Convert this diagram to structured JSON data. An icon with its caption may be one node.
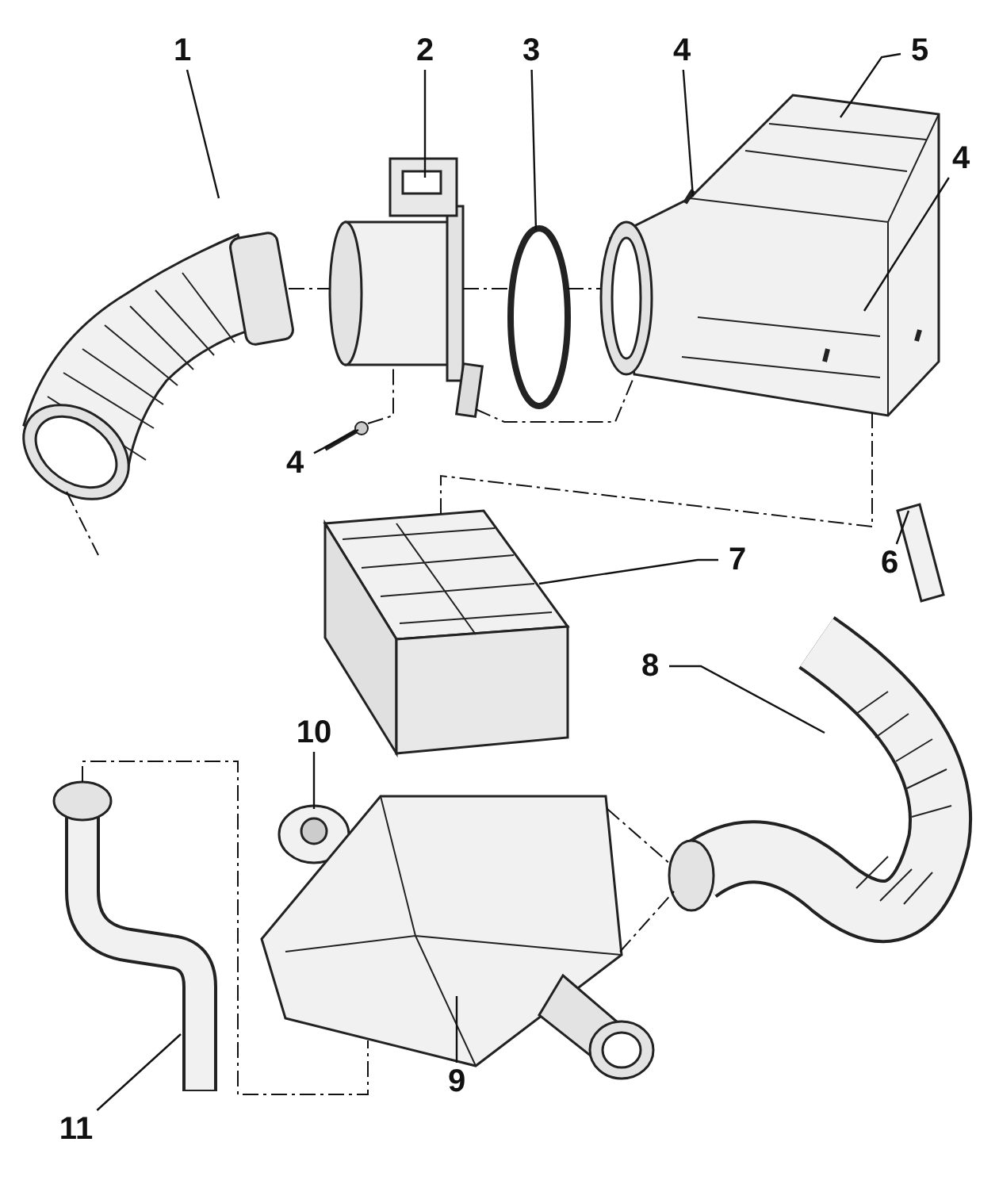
{
  "diagram": {
    "nodes": [
      {
        "text": [
          "1"
        ]
      },
      {
        "text": [
          "2"
        ]
      },
      {
        "text": [
          "3"
        ]
      },
      {
        "text": [
          "4"
        ]
      },
      {
        "text": [
          "5"
        ]
      },
      {
        "text": [
          "4"
        ]
      },
      {
        "text": [
          "4"
        ]
      },
      {
        "text": [
          "7"
        ]
      },
      {
        "text": [
          "6"
        ]
      },
      {
        "text": [
          "8"
        ]
      },
      {
        "text": [
          "10"
        ]
      },
      {
        "text": [
          "11"
        ]
      },
      {
        "text": [
          "9"
        ]
      },
      {
        "text": [],
        "shape": "picture"
      },
      {
        "text": [],
        "shape": "picture"
      },
      {
        "text": [],
        "shape": "circle"
      },
      {
        "text": [],
        "shape": "picture"
      },
      {
        "text": [],
        "shape": "picture"
      },
      {
        "text": [],
        "shape": "picture"
      },
      {
        "text": [],
        "shape": "picture"
      },
      {
        "text": [],
        "shape": "picture"
      },
      {
        "text": [],
        "shape": "picture"
      },
      {
        "text": [],
        "shape": "picture"
      },
      {
        "text": [],
        "shape": "picture"
      }
    ],
    "edges": [
      {
        "from": 0,
        "to": 13,
        "arrow": "none"
      },
      {
        "from": 1,
        "to": 14,
        "arrow": "none"
      },
      {
        "from": 2,
        "to": 15,
        "arrow": "none"
      },
      {
        "from": 3,
        "to": 16,
        "arrow": "none"
      },
      {
        "from": 4,
        "to": 16,
        "arrow": "none"
      },
      {
        "from": 5,
        "to": 16,
        "arrow": "none"
      },
      {
        "from": 6,
        "to": 17,
        "arrow": "none"
      },
      {
        "from": 7,
        "to": 19,
        "arrow": "none"
      },
      {
        "from": 8,
        "to": 18,
        "arrow": "none"
      },
      {
        "from": 9,
        "to": 23,
        "arrow": "none"
      },
      {
        "from": 10,
        "to": 20,
        "arrow": "none"
      },
      {
        "from": 11,
        "to": 22,
        "arrow": "none"
      },
      {
        "from": 12,
        "to": 21,
        "arrow": "none"
      },
      {
        "from": 13,
        "to": 14,
        "arrow": "none",
        "style": "dashed"
      },
      {
        "from": 14,
        "to": 15,
        "arrow": "none",
        "style": "dashed"
      },
      {
        "from": 15,
        "to": 16,
        "arrow": "none",
        "style": "dashed"
      },
      {
        "from": 14,
        "to": 16,
        "arrow": "none",
        "style": "dashed"
      },
      {
        "from": 17,
        "to": 14,
        "arrow": "none",
        "style": "dashed"
      },
      {
        "from": 16,
        "to": 19,
        "arrow": "none",
        "style": "dashed"
      },
      {
        "from": 13,
        "to": null,
        "arrow": "none",
        "style": "dashed"
      },
      {
        "from": 22,
        "to": 21,
        "arrow": "none",
        "style": "dashed"
      },
      {
        "from": 21,
        "to": 23,
        "arrow": "none",
        "style": "dashed"
      },
      {
        "from": 21,
        "to": 23,
        "arrow": "none",
        "style": "dashed"
      }
    ]
  }
}
